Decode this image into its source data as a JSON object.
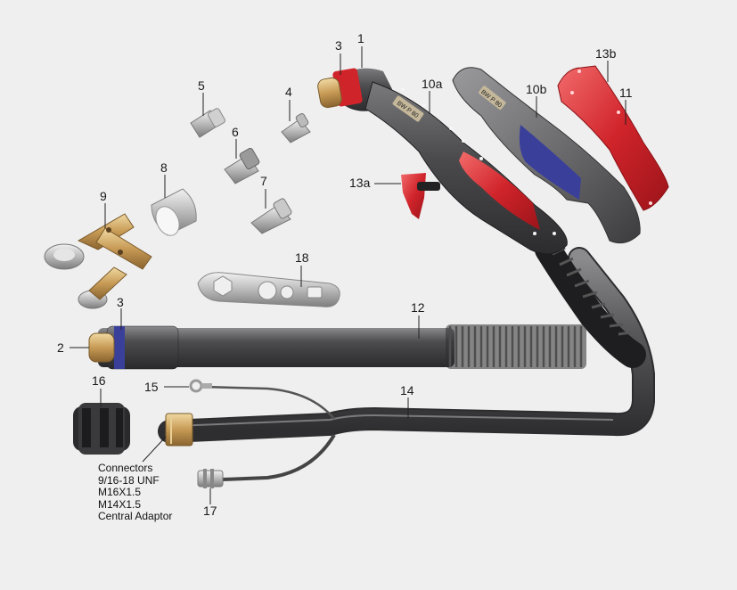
{
  "callouts": {
    "n1": "1",
    "n2": "2",
    "n3_top": "3",
    "n3_bottom": "3",
    "n4": "4",
    "n5": "5",
    "n6": "6",
    "n7": "7",
    "n8": "8",
    "n9": "9",
    "n10a": "10a",
    "n10b": "10b",
    "n11": "11",
    "n12": "12",
    "n13a": "13a",
    "n13b": "13b",
    "n14": "14",
    "n15": "15",
    "n16": "16",
    "n17": "17",
    "n18": "18"
  },
  "handle_text": {
    "handle_a": "BW P 80",
    "handle_b": "BW P 80"
  },
  "connectors_note": {
    "title": "Connectors",
    "line1": "9/16-18 UNF",
    "line2": "M16X1.5",
    "line3": "M14X1.5",
    "line4": "Central Adaptor"
  },
  "colors": {
    "background": "#efefef",
    "torch_body": "#4a4a4c",
    "red_accent": "#d0242b",
    "blue_accent": "#3a3f9a",
    "brass": "#c79a55",
    "silver": "#c8c8c8"
  }
}
